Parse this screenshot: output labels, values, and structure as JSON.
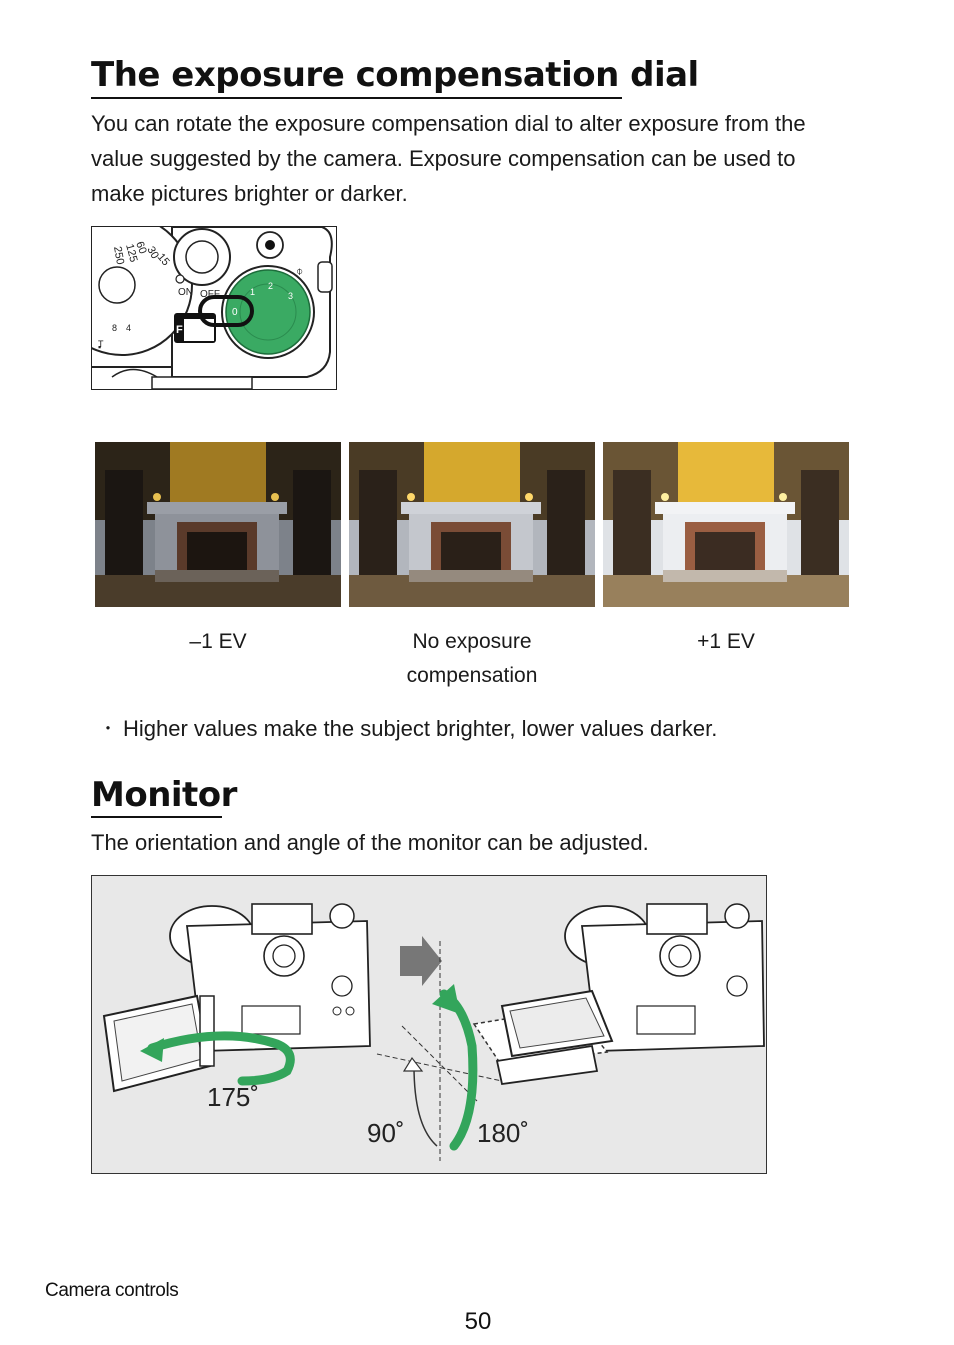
{
  "section1": {
    "title": "The exposure compensation dial",
    "body": "You can rotate the exposure compensation dial to alter exposure from the value suggested by the camera. Exposure compensation can be used to make pictures brighter or darker."
  },
  "dial_illustration": {
    "on_label": "ON",
    "off_label": "OFF",
    "mode_label": "F",
    "shutter_values": [
      "250",
      "125",
      "60",
      "30",
      "15"
    ],
    "comp_values": [
      "0",
      "1",
      "2",
      "3"
    ]
  },
  "exposure_examples": [
    {
      "caption": "–1 EV"
    },
    {
      "caption_line1": "No exposure",
      "caption_line2": "compensation"
    },
    {
      "caption": "+1 EV"
    }
  ],
  "bullet": "Higher values make the subject brighter, lower values darker.",
  "section2": {
    "title": "Monitor",
    "body": "The orientation and angle of the monitor can be adjusted."
  },
  "monitor_illustration": {
    "angle_left": "175˚",
    "angle_down": "90˚",
    "angle_up": "180˚"
  },
  "footer": {
    "section_name": "Camera controls",
    "page_number": "50"
  },
  "colors": {
    "dial_green": "#3aaa63",
    "arrow_green": "#33a55b",
    "wall_yellow": "#d9a62a"
  }
}
